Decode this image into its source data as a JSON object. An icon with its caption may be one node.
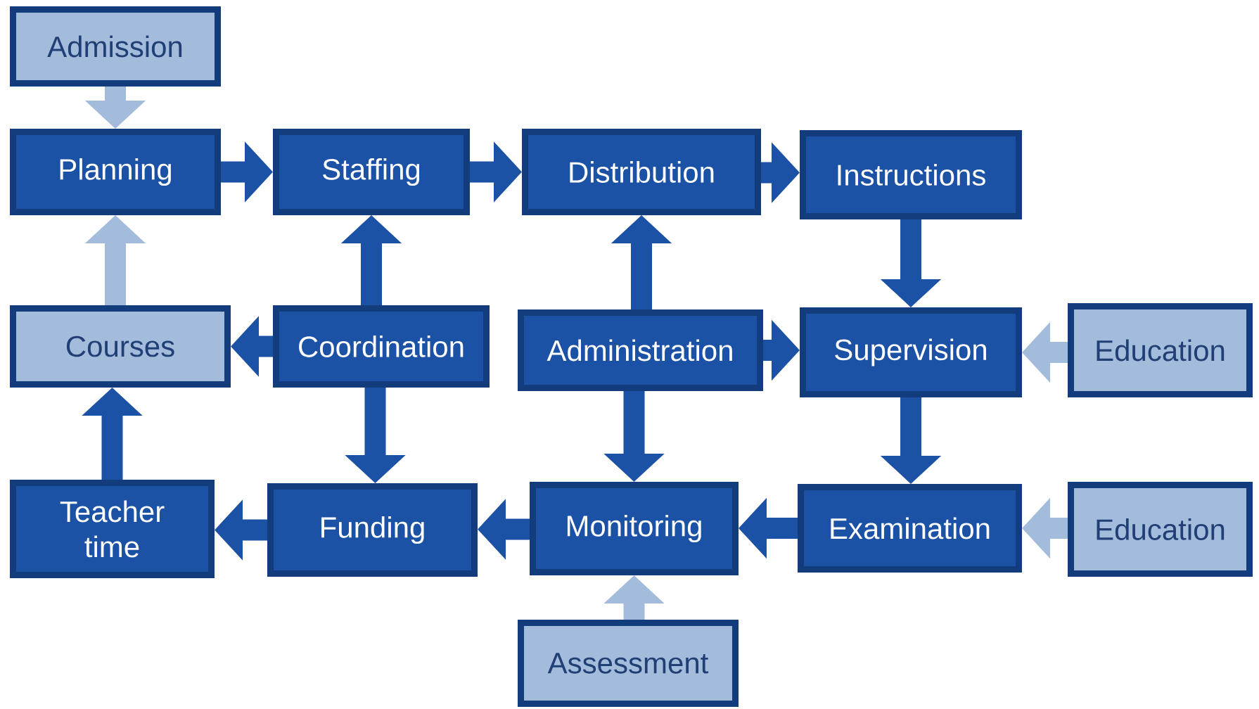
{
  "diagram": {
    "nodes": [
      {
        "text": [
          "Admission"
        ]
      },
      {
        "text": [
          "Planning"
        ]
      },
      {
        "text": [
          "Staffing"
        ]
      },
      {
        "text": [
          "Distribution"
        ]
      },
      {
        "text": [
          "Instructions"
        ]
      },
      {
        "text": [
          "Courses"
        ]
      },
      {
        "text": [
          "Coordination"
        ]
      },
      {
        "text": [
          "Administration"
        ]
      },
      {
        "text": [
          "Supervision"
        ]
      },
      {
        "text": [
          "Education"
        ]
      },
      {
        "text": [
          "Teacher time"
        ]
      },
      {
        "text": [
          "Funding"
        ]
      },
      {
        "text": [
          "Monitoring"
        ]
      },
      {
        "text": [
          "Examination"
        ]
      },
      {
        "text": [
          "Education"
        ]
      },
      {
        "text": [
          "Assessment"
        ]
      }
    ],
    "edges": [
      {
        "from": 0,
        "to": 1,
        "arrow": "to",
        "color": "#a4bcdc"
      },
      {
        "from": 1,
        "to": 2,
        "arrow": "to"
      },
      {
        "from": 2,
        "to": 3,
        "arrow": "to"
      },
      {
        "from": 3,
        "to": 4,
        "arrow": "to"
      },
      {
        "from": 5,
        "to": 1,
        "arrow": "to",
        "color": "#a4bcdc"
      },
      {
        "from": 6,
        "to": 2,
        "arrow": "to"
      },
      {
        "from": 6,
        "to": 5,
        "arrow": "to"
      },
      {
        "from": 6,
        "to": 11,
        "arrow": "to"
      },
      {
        "from": 7,
        "to": 3,
        "arrow": "to"
      },
      {
        "from": 7,
        "to": 8,
        "arrow": "to"
      },
      {
        "from": 7,
        "to": 12,
        "arrow": "to"
      },
      {
        "from": 4,
        "to": 8,
        "arrow": "to"
      },
      {
        "from": 9,
        "to": 8,
        "arrow": "to",
        "color": "#a4bcdc"
      },
      {
        "from": 8,
        "to": 13,
        "arrow": "to"
      },
      {
        "from": 14,
        "to": 13,
        "arrow": "to",
        "color": "#a4bcdc"
      },
      {
        "from": 13,
        "to": 12,
        "arrow": "to"
      },
      {
        "from": 12,
        "to": 11,
        "arrow": "to"
      },
      {
        "from": 11,
        "to": 10,
        "arrow": "to"
      },
      {
        "from": 10,
        "to": 5,
        "arrow": "to"
      },
      {
        "from": 15,
        "to": 12,
        "arrow": "to",
        "color": "#a4bcdc"
      }
    ]
  }
}
